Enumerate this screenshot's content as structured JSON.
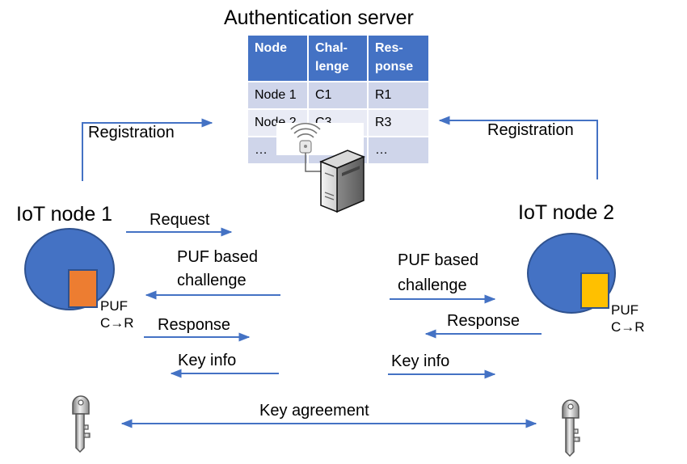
{
  "server": {
    "title": "Authentication server",
    "table": {
      "headers": [
        [
          "Node"
        ],
        [
          "Chal-",
          "lenge"
        ],
        [
          "Res-",
          "ponse"
        ]
      ],
      "rows": [
        [
          "Node 1",
          "C1",
          "R1"
        ],
        [
          "Node 2",
          "C3",
          "R3"
        ],
        [
          "…",
          "",
          "…"
        ]
      ]
    }
  },
  "node1": {
    "label": "IoT node 1",
    "color": "#4472c4",
    "puf_color": "#ed7d31",
    "puf_label_1": "PUF",
    "puf_label_2": "C→R"
  },
  "node2": {
    "label": "IoT node 2",
    "color": "#4472c4",
    "puf_color": "#ffc000",
    "puf_label_1": "PUF",
    "puf_label_2": "C→R"
  },
  "arrows": {
    "registration_left": "Registration",
    "registration_right": "Registration",
    "request": "Request",
    "puf_challenge_left_1": "PUF based",
    "puf_challenge_left_2": "challenge",
    "puf_challenge_right_1": "PUF based",
    "puf_challenge_right_2": "challenge",
    "response_left": "Response",
    "response_right": "Response",
    "key_info_left": "Key info",
    "key_info_right": "Key info",
    "key_agreement": "Key agreement"
  },
  "colors": {
    "arrow": "#4472c4",
    "table_header": "#4472c4",
    "table_row_dark": "#cfd5ea",
    "table_row_light": "#e9ebf5"
  },
  "icons": [
    "wifi-router-icon",
    "server-icon",
    "key-icon"
  ]
}
